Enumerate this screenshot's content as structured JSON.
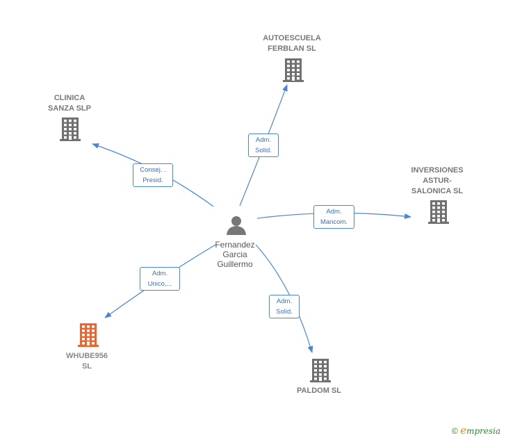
{
  "center": {
    "name": "Fernandez\nGarcia\nGuillermo"
  },
  "companies": [
    {
      "id": "autoescuela",
      "name": "AUTOESCUELA\nFERBLAN SL",
      "color": "#707070"
    },
    {
      "id": "clinica",
      "name": "CLINICA\nSANZA  SLP",
      "color": "#707070"
    },
    {
      "id": "inversiones",
      "name": "INVERSIONES\nASTUR-\nSALONICA SL",
      "color": "#707070"
    },
    {
      "id": "whube",
      "name": "WHUBE956\nSL",
      "color": "#f2632a"
    },
    {
      "id": "paldom",
      "name": "PALDOM SL",
      "color": "#707070"
    }
  ],
  "edges": [
    {
      "to": "autoescuela",
      "label": "Adm.\nSolid."
    },
    {
      "to": "clinica",
      "label": "Consej. .\nPresid."
    },
    {
      "to": "inversiones",
      "label": "Adm.\nMancom."
    },
    {
      "to": "whube",
      "label": "Adm.\nUnico,..."
    },
    {
      "to": "paldom",
      "label": "Adm.\nSolid."
    }
  ],
  "footer": {
    "copyright": "©",
    "brand": "mpresia",
    "brand_initial": "e"
  },
  "colors": {
    "edge": "#4a86d8",
    "person": "#777777"
  }
}
